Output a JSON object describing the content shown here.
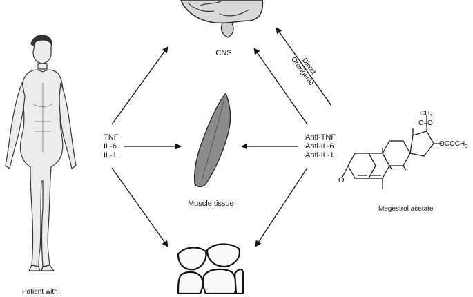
{
  "cytokines": [
    "TNF",
    "IL-6",
    "IL-1"
  ],
  "anti_cytokines": [
    "Anti-TNF",
    "Anti-IL-6",
    "Anti-IL-1"
  ],
  "cns_label": "CNS",
  "muscle_label": "Muscle tissue",
  "drug_label": "Megestrol acetate",
  "patient_label": "Patient with",
  "orexigenic_label": {
    "line1": "Direct",
    "line2": "Orexigenic"
  },
  "molecule": {
    "ch3_top": "CH",
    "ch3_sub": "3",
    "keto": "C=O",
    "ester": "OCOCH",
    "ester_sub": "3",
    "oxo": "O"
  },
  "colors": {
    "line": "#111111",
    "muscle": "#8c8c8c",
    "skin": "#ececec"
  }
}
